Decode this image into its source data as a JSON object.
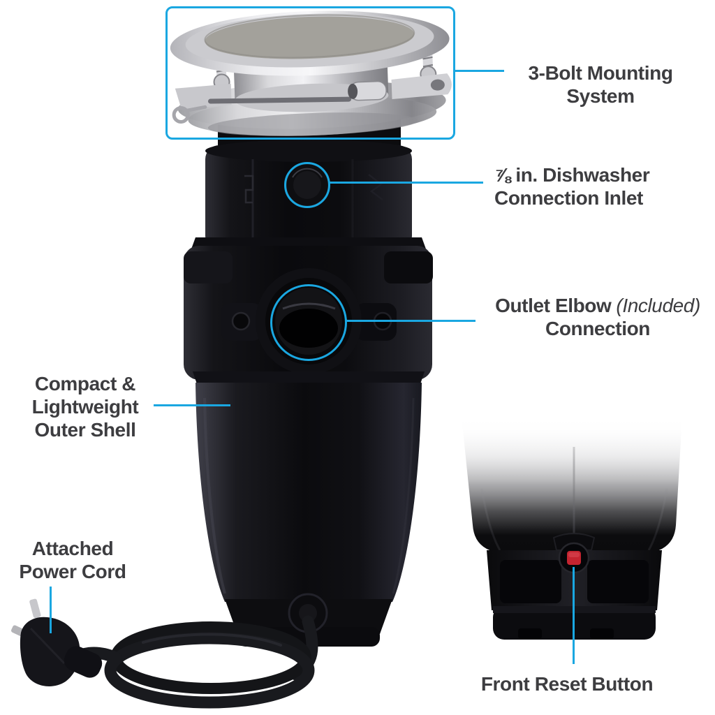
{
  "colors": {
    "accent": "#1aa7e1",
    "text": "#3d3d40",
    "red": "#c42430"
  },
  "labels": {
    "mounting": {
      "line1": "3-Bolt Mounting",
      "line2": "System"
    },
    "dishwasher": {
      "line1": "⅞ in. Dishwasher",
      "line2": "Connection Inlet"
    },
    "outlet": {
      "name": "Outlet Elbow",
      "included": "(Included)",
      "line2": "Connection"
    },
    "shell": {
      "line1": "Compact &",
      "line2": "Lightweight",
      "line3": "Outer Shell"
    },
    "power_cord": {
      "line1": "Attached",
      "line2": "Power Cord"
    },
    "reset": {
      "label": "Front Reset Button"
    }
  }
}
